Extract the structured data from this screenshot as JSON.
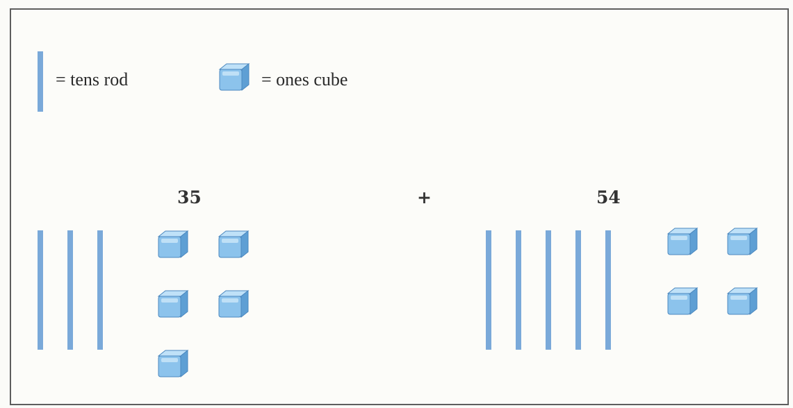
{
  "legend": {
    "rod_label": "= tens rod",
    "cube_label": "= ones cube"
  },
  "problem": {
    "first_number": "35",
    "operator": "+",
    "second_number": "54"
  },
  "groups": [
    {
      "number": "35",
      "tens_rods": 3,
      "ones_cubes": 5
    },
    {
      "number": "54",
      "tens_rods": 5,
      "ones_cubes": 4
    }
  ],
  "colors": {
    "rod": "#7aa9d9",
    "cube_top": "#bfe1f8",
    "cube_front": "#8cc3ec",
    "cube_side": "#5e9fd4"
  }
}
